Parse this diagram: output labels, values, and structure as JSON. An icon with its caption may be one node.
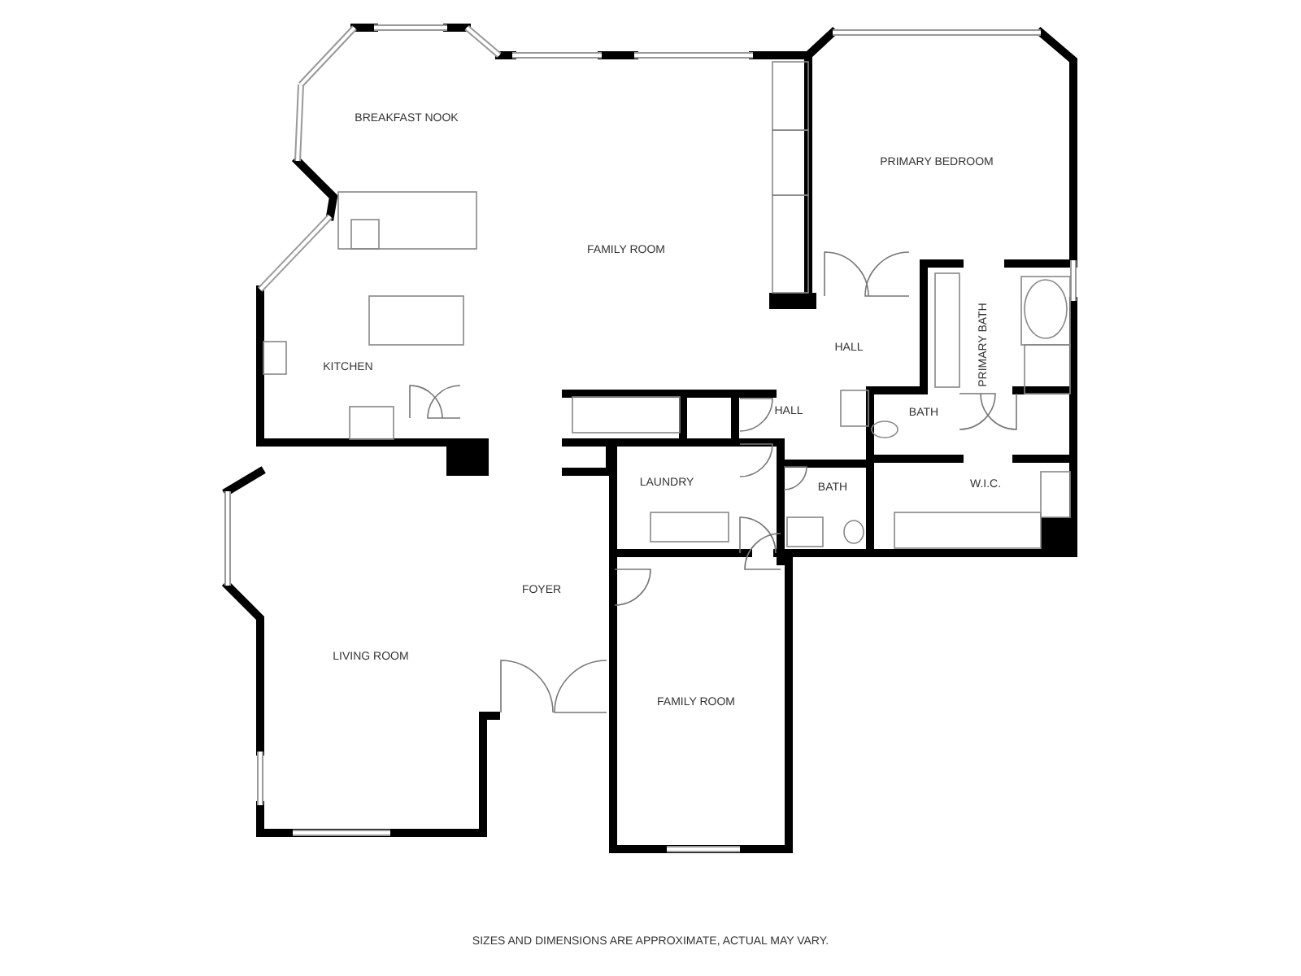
{
  "diagram": {
    "labels": [
      "BREAKFAST NOOK",
      "PRIMARY BEDROOM",
      "FAMILY ROOM",
      "HALL",
      "PRIMARY BATH",
      "KITCHEN",
      "HALL",
      "BATH",
      "LAUNDRY",
      "BATH",
      "W.I.C.",
      "FOYER",
      "LIVING ROOM",
      "FAMILY ROOM",
      "SIZES AND DIMENSIONS ARE APPROXIMATE, ACTUAL MAY VARY."
    ]
  }
}
